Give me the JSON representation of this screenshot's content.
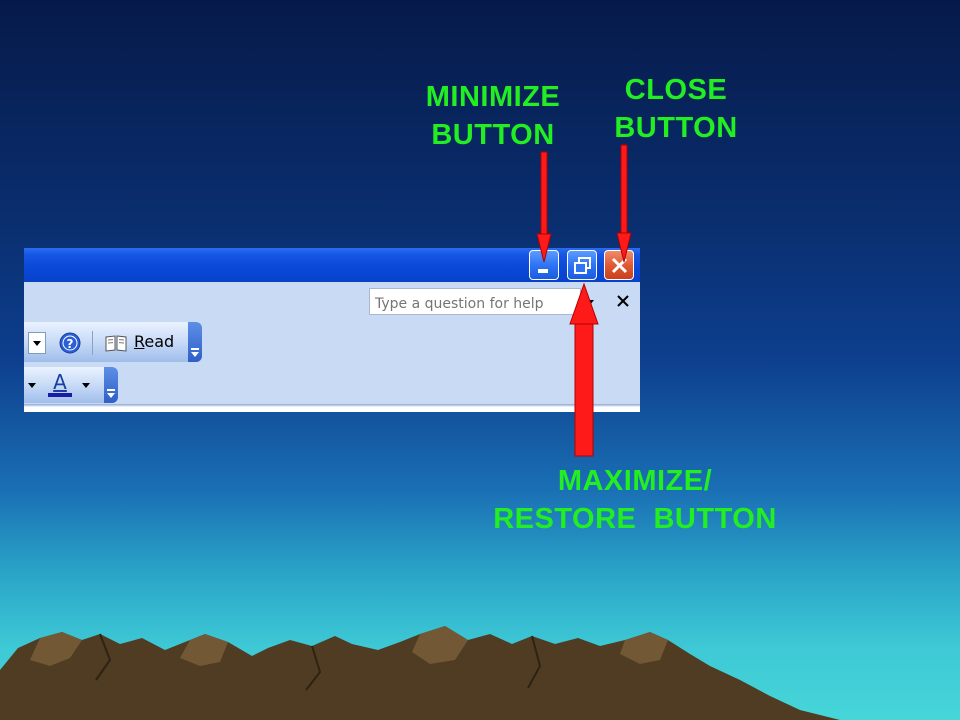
{
  "annotations": {
    "minimize": [
      "MINIMIZE",
      "BUTTON"
    ],
    "close": [
      "CLOSE",
      "BUTTON"
    ],
    "maximize_restore": [
      "MAXIMIZE/",
      "RESTORE  BUTTON"
    ]
  },
  "help_box": {
    "placeholder": "Type a question for help"
  },
  "toolbar": {
    "read_label_first": "R",
    "read_label_rest": "ead"
  },
  "colors": {
    "annotation_text": "#22ee22",
    "arrow": "#ff0000",
    "titlebar": "#0a48d8",
    "command_bar": "#c9daf5"
  },
  "icons": {
    "minimize": "minimize-icon",
    "restore": "restore-icon",
    "close": "close-icon",
    "help": "help-icon",
    "read": "book-icon",
    "font_color": "font-color-icon"
  }
}
